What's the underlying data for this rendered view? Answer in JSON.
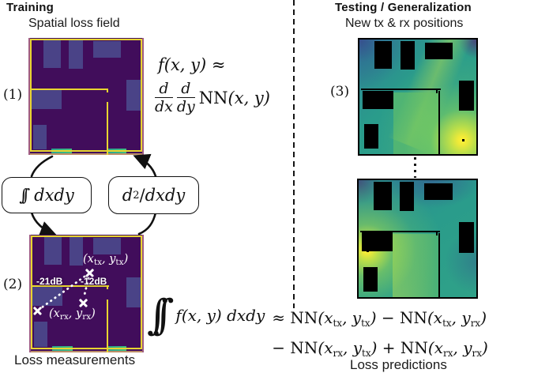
{
  "colors": {
    "field_bg": "#410d5b",
    "obstacle_purple": "#4a4387",
    "wall_yellow": "#e8d530",
    "teal_segment": "#2aa48e",
    "edge_tan": "#bd8f68",
    "edge_pink": "#a05c82",
    "test_base_teal": "#2a9c8b",
    "test_spot_yellow": "#f9ee33",
    "marker_white": "#ffffff"
  },
  "training": {
    "header": "Training",
    "field_label": "Spatial loss field",
    "step1": "(1)",
    "step2": "(2)",
    "caption": "Loss measurements"
  },
  "testing": {
    "header": "Testing / Generalization",
    "field_label": "New tx & rx positions",
    "step3": "(3)",
    "caption": "Loss predictions"
  },
  "measurements": {
    "db_left": "-21dB",
    "db_right": "-12dB"
  },
  "math": {
    "fxy": "f(x, y)",
    "approx": "≈",
    "d": "d",
    "dx": "dx",
    "dy": "dy",
    "NN": "NN",
    "xy_args": "(x, y)",
    "int2": "∫∫",
    "dxdy": "dxdy",
    "two": "2",
    "slash": "/",
    "fxy_dxdy": "f(x, y) dxdy",
    "minus": "−",
    "plus": "+",
    "lp_x": "(x",
    "comma_y": ", y",
    "rp": ")",
    "tx": "tx",
    "rx": "rx"
  }
}
